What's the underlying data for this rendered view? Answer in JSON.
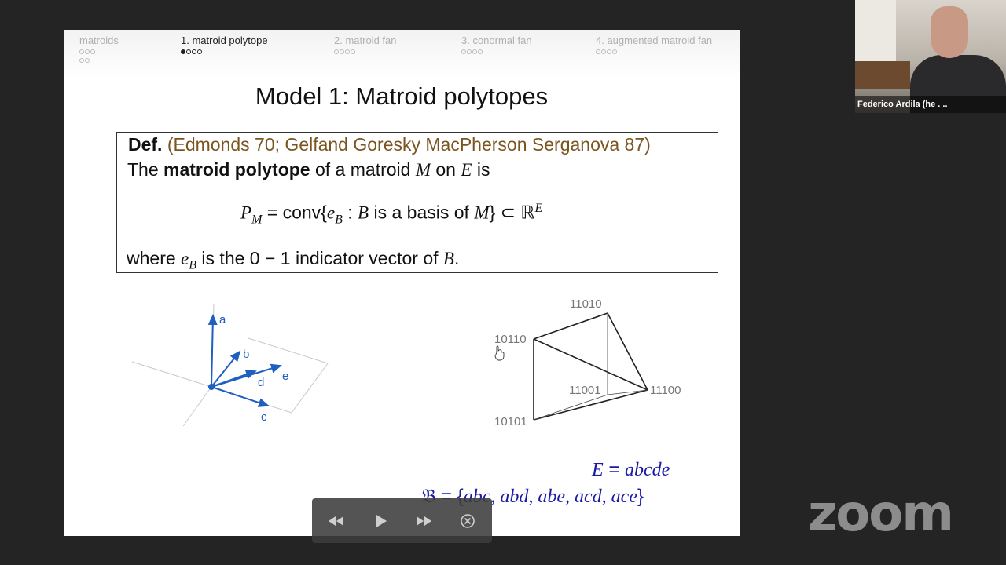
{
  "navigation": {
    "sections": [
      {
        "label": "matroids",
        "dots_row1": 3,
        "dots_row2": 2,
        "active": false
      },
      {
        "label": "1. matroid polytope",
        "dots_row1": 4,
        "filled_index": 0,
        "active": true
      },
      {
        "label": "2. matroid fan",
        "dots_row1": 4,
        "active": false
      },
      {
        "label": "3. conormal fan",
        "dots_row1": 4,
        "active": false
      },
      {
        "label": "4. augmented matroid fan",
        "dots_row1": 4,
        "active": false
      }
    ]
  },
  "slide": {
    "title": "Model 1: Matroid polytopes",
    "definition": {
      "label": "Def.",
      "reference": "(Edmonds 70; Gelfand Goresky MacPherson Serganova 87)",
      "line2_pre": "The ",
      "line2_bold": "matroid polytope",
      "line2_mid": " of a matroid ",
      "line2_M": "M",
      "line2_on": " on ",
      "line2_E": "E",
      "line2_post": " is",
      "formula_P": "P",
      "formula_sub": "M",
      "formula_eq": " = conv{",
      "formula_e": "e",
      "formula_esub": "B",
      "formula_colon": " : ",
      "formula_B": "B",
      "formula_text": " is a basis of ",
      "formula_M": "M",
      "formula_close": "} ⊂ ℝ",
      "formula_sup": "E",
      "line3_pre": "where ",
      "line3_e": "e",
      "line3_esub": "B",
      "line3_mid": " is the 0 − 1 indicator vector of ",
      "line3_B": "B",
      "line3_post": "."
    },
    "vector_figure": {
      "labels": {
        "a": "a",
        "b": "b",
        "c": "c",
        "d": "d",
        "e": "e"
      },
      "color": "#1f5fbf"
    },
    "polytope_figure": {
      "vertices": {
        "v11010": "11010",
        "v10110": "10110",
        "v11001": "11001",
        "v11100": "11100",
        "v10101": "10101"
      }
    },
    "ground_set": {
      "lhs": "E",
      "eq": " = ",
      "rhs": "abcde"
    },
    "bases": {
      "symbol": "𝔅",
      "eq": " = {",
      "list": "abc, abd, abe, acd, ace",
      "close": "}"
    },
    "math_color": "#1a1aa8"
  },
  "player": {
    "buttons": [
      "rewind-icon",
      "play-icon",
      "fast-forward-icon",
      "close-icon"
    ]
  },
  "webcam": {
    "participant_name": "Federico Ardila (he . .."
  },
  "brand": {
    "logo_text": "zoom"
  }
}
